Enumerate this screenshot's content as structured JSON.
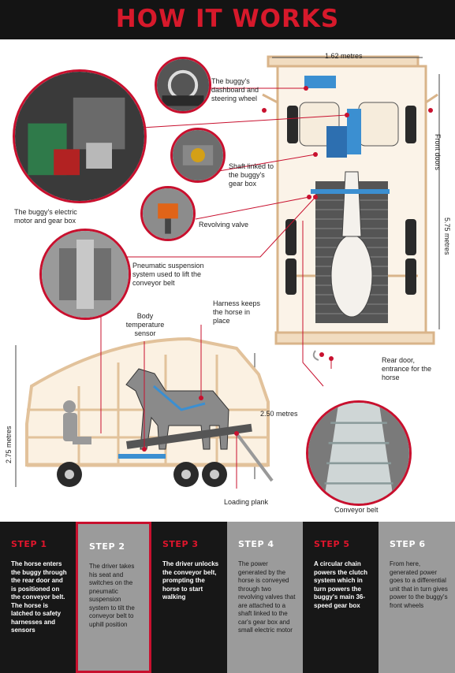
{
  "title": "HOW IT WORKS",
  "labels": {
    "width_dim": "1.62 metres",
    "front_doors": "Front doors",
    "length_dim": "5.75 metres",
    "dashboard": "The buggy's dashboard and steering wheel",
    "shaft": "Shaft linked to the buggy's gear box",
    "motor": "The buggy's electric motor and gear box",
    "valve": "Revolving valve",
    "pneumatic": "Pneumatic suspension system used to lift the conveyor belt",
    "body_temp": "Body temperature sensor",
    "harness": "Harness keeps the horse in place",
    "rear_door": "Rear door, entrance for the horse",
    "height_dim": "2.75 metres",
    "side_dim": "2.50 metres",
    "loading_plank": "Loading plank",
    "conveyor_belt": "Conveyor belt"
  },
  "steps": [
    {
      "title": "STEP 1",
      "text": "The horse enters the buggy through the rear door and is positioned on the conveyor belt. The horse is latched to safety harnesses and sensors"
    },
    {
      "title": "STEP 2",
      "text": "The driver takes his seat and switches on the pneumatic suspension system to tilt the conveyor belt to uphill position"
    },
    {
      "title": "STEP 3",
      "text": "The driver unlocks the conveyor belt, prompting the horse to start walking"
    },
    {
      "title": "STEP 4",
      "text": "The power generated by the horse is conveyed through two revolving valves that are attached to a shaft linked to the car's gear box and small electric motor"
    },
    {
      "title": "STEP 5",
      "text": "A circular chain powers the clutch system which in turn powers the buggy's main 36-speed gear box"
    },
    {
      "title": "STEP 6",
      "text": "From here, generated power goes to a differential unit that in turn gives power to the buggy's front wheels"
    }
  ],
  "colors": {
    "accent": "#c8102e",
    "frame": "#e2c29b",
    "dark": "#171717",
    "grey": "#9b9b9b"
  }
}
